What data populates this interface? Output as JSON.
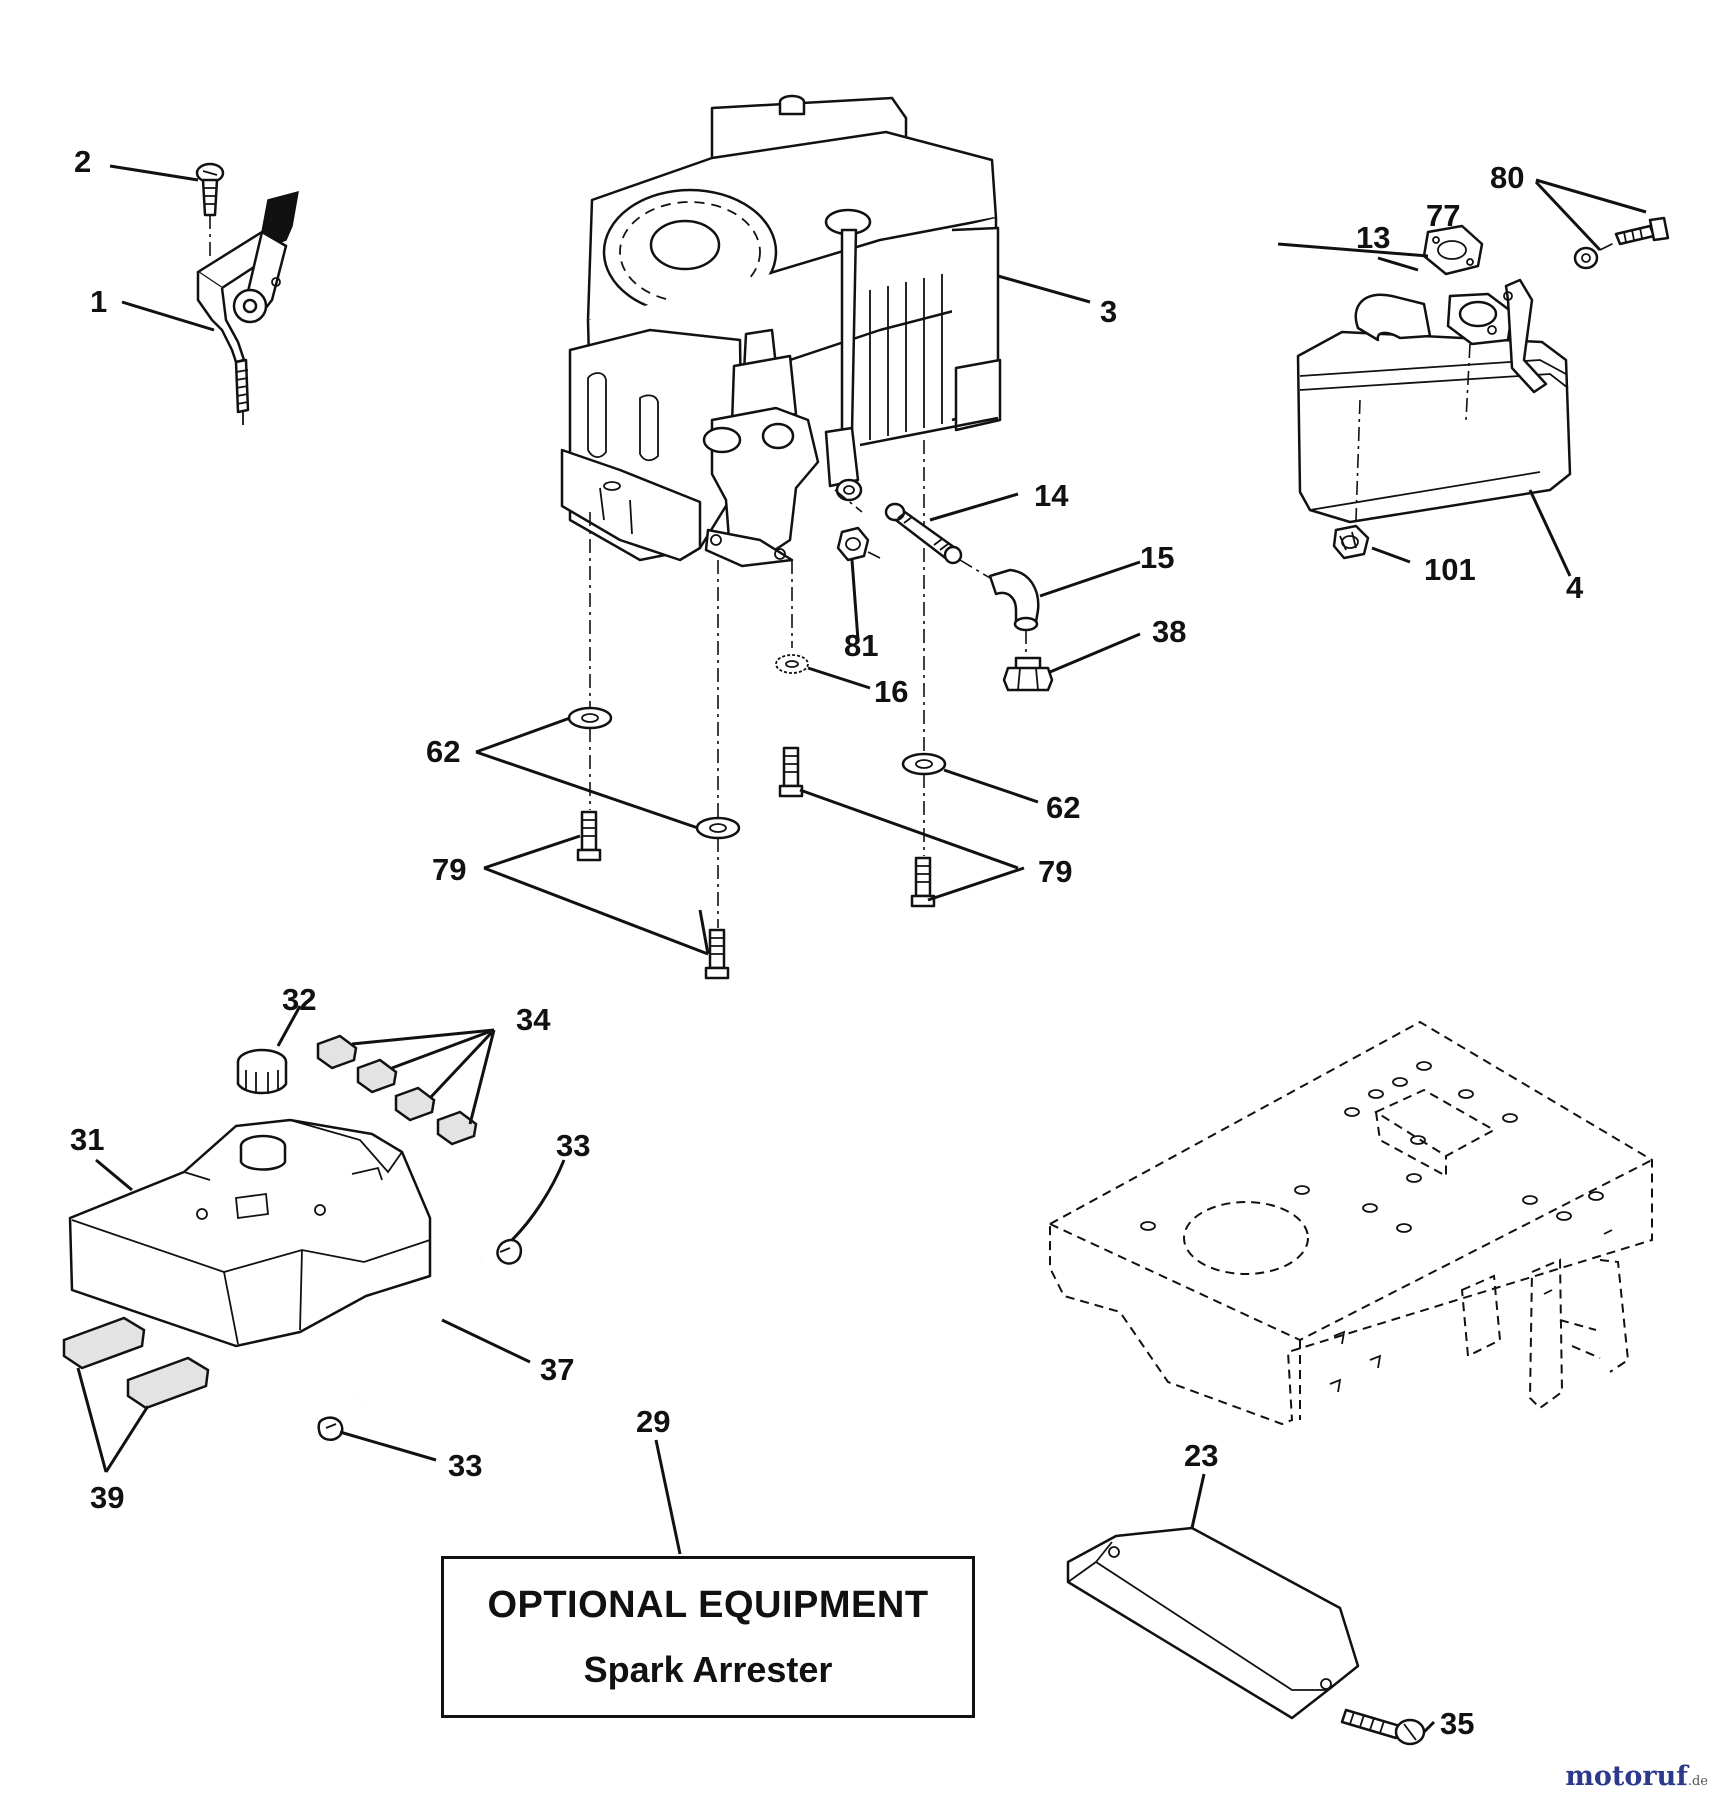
{
  "callouts": {
    "c1": "1",
    "c2": "2",
    "c3": "3",
    "c4": "4",
    "c13": "13",
    "c14": "14",
    "c15": "15",
    "c16": "16",
    "c23": "23",
    "c29": "29",
    "c31": "31",
    "c32": "32",
    "c33a": "33",
    "c33b": "33",
    "c34": "34",
    "c35": "35",
    "c37": "37",
    "c38": "38",
    "c39": "39",
    "c62a": "62",
    "c62b": "62",
    "c77": "77",
    "c79a": "79",
    "c79b": "79",
    "c80": "80",
    "c81": "81",
    "c101": "101"
  },
  "optional_box": {
    "title": "OPTIONAL EQUIPMENT",
    "subtitle": "Spark Arrester"
  },
  "watermark": {
    "brand": "motoruf",
    "domain": ".de"
  }
}
